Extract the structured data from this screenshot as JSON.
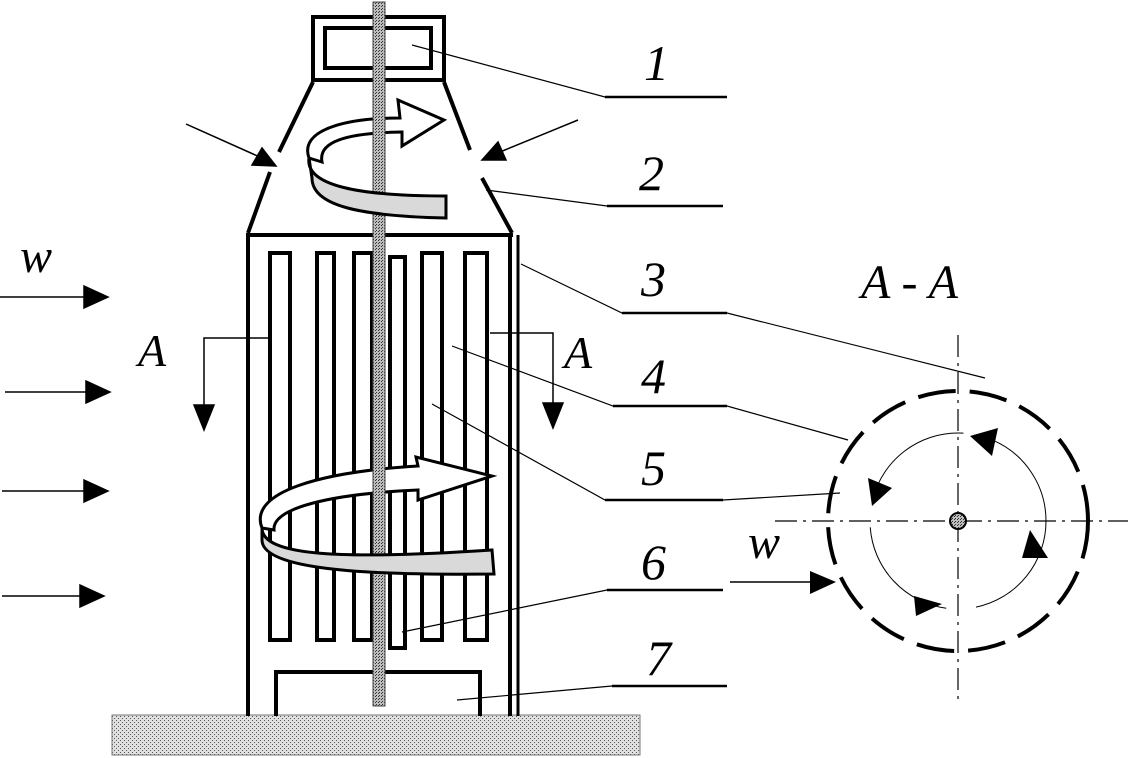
{
  "labels": {
    "part_1": "1",
    "part_2": "2",
    "part_3": "3",
    "part_4": "4",
    "part_5": "5",
    "part_6": "6",
    "part_7": "7",
    "section_title": "A - A",
    "section_mark_left": "A",
    "section_mark_right": "A",
    "wind_left": "w",
    "wind_section": "w"
  },
  "colors": {
    "line": "#000000",
    "shaft": "#8a8a8a",
    "ground": "#bdbdbd",
    "flow_arrow_fill": "#d9d9d9"
  }
}
